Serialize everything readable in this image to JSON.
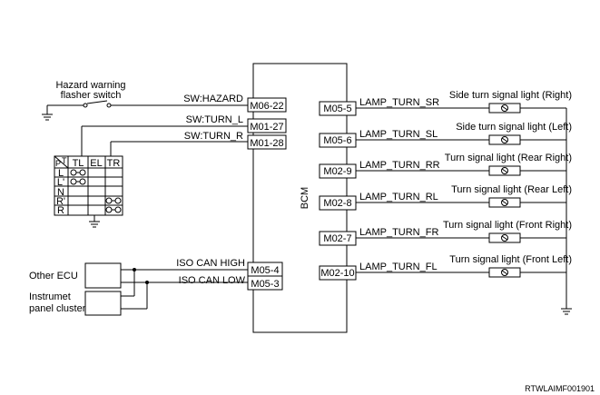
{
  "diagram": {
    "bcm_label": "BCM",
    "figure_code": "RTWLAIMF001901",
    "hazard_switch": {
      "label_line1": "Hazard warning",
      "label_line2": "flasher switch"
    },
    "left_connectors": [
      {
        "signal": "SW:HAZARD",
        "pin": "M06-22"
      },
      {
        "signal": "SW:TURN_L",
        "pin": "M01-27"
      },
      {
        "signal": "SW:TURN_R",
        "pin": "M01-28"
      }
    ],
    "can_connectors": [
      {
        "signal": "ISO CAN HIGH",
        "pin": "M05-4"
      },
      {
        "signal": "ISO CAN LOW",
        "pin": "M05-3"
      }
    ],
    "ecus": [
      {
        "label_line1": "Other ECU",
        "label_line2": ""
      },
      {
        "label_line1": "Instrumet",
        "label_line2": "panel cluster"
      }
    ],
    "right_connectors": [
      {
        "pin": "M05-5",
        "signal": "LAMP_TURN_SR",
        "lamp": "Side turn signal light (Right)"
      },
      {
        "pin": "M05-6",
        "signal": "LAMP_TURN_SL",
        "lamp": "Side turn signal light (Left)"
      },
      {
        "pin": "M02-9",
        "signal": "LAMP_TURN_RR",
        "lamp": "Turn signal light (Rear Right)"
      },
      {
        "pin": "M02-8",
        "signal": "LAMP_TURN_RL",
        "lamp": "Turn signal light (Rear Left)"
      },
      {
        "pin": "M02-7",
        "signal": "LAMP_TURN_FR",
        "lamp": "Turn signal light (Front Right)"
      },
      {
        "pin": "M02-10",
        "signal": "LAMP_TURN_FL",
        "lamp": "Turn signal light (Front Left)"
      }
    ],
    "switch_table": {
      "headers": [
        "P",
        "T",
        "TL",
        "EL",
        "TR"
      ],
      "rows": [
        "L",
        "L'",
        "N",
        "R'",
        "R"
      ]
    }
  }
}
